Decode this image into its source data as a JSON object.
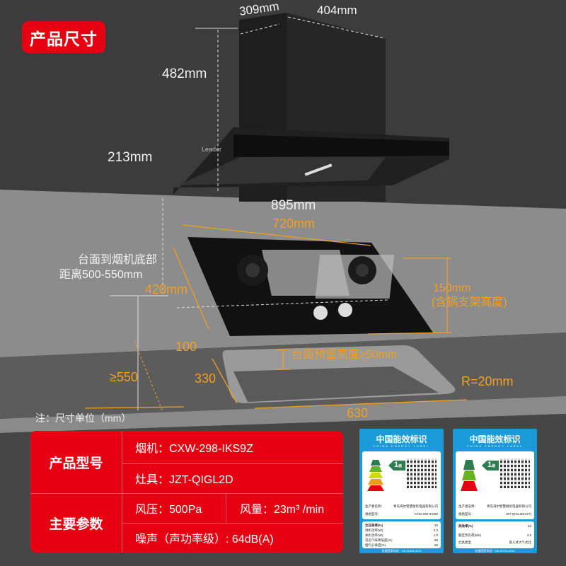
{
  "badge": "产品尺寸",
  "dimensions": {
    "hood_depth": "309mm",
    "hood_width_top": "404mm",
    "hood_chimney_height": "482mm",
    "hood_body_height": "213mm",
    "hood_width": "895mm",
    "counter_to_hood_line1": "台面到烟机底部",
    "counter_to_hood_line2": "距离500-550mm",
    "stove_width": "720mm",
    "stove_depth": "420mm",
    "stove_height_line1": "150mm",
    "stove_height_line2": "(含锅支架高度)",
    "cutout_edge": "100",
    "counter_depth": "≥550",
    "cutout_depth": "330",
    "reserved_height": "台面预留高度≥50mm",
    "corner_radius": "R=20mm",
    "cutout_width": "630"
  },
  "brand": "Leader",
  "unit_note": "注：尺寸单位（mm）",
  "spec": {
    "model_label": "产品型号",
    "hood_model": "烟机：CXW-298-IKS9Z",
    "stove_model": "灶具：JZT-QIGL2D",
    "params_label": "主要参数",
    "pressure": "风压：500Pa",
    "airflow": "风量：23m³ /min",
    "noise": "噪声（声功率级）: 64dB(A)"
  },
  "energy_labels": [
    {
      "title": "中国能效标识",
      "subtitle": "CHINA ENERGY LABEL",
      "grade": "1",
      "grade_unit": "级",
      "maker_label": "生产者名称：",
      "maker": "青岛海尔智慧厨房电器有限公司",
      "model_label": "规格型号：",
      "model": "CXW-298-IKS9Z",
      "rows": [
        [
          "全压效率(%)",
          "25"
        ],
        [
          "待机功率(W)",
          "2.0"
        ],
        [
          "关机功率(W)",
          "1.0"
        ],
        [
          "常态气味降低度(%)",
          "98"
        ],
        [
          "烟气分离度(%)",
          "90"
        ]
      ],
      "standard": "依据国家标准：GB 29539-2013"
    },
    {
      "title": "中国能效标识",
      "subtitle": "CHINA ENERGY LABEL",
      "grade": "1",
      "grade_unit": "级",
      "maker_label": "生产者名称：",
      "maker": "青岛海尔智慧厨房电器有限公司",
      "model_label": "规格型号：",
      "model": "JZT-QIGL2D(12T)",
      "rows": [
        [
          "热效率(%)",
          "63"
        ],
        [
          "额定热负荷(kW)",
          "4.5"
        ],
        [
          "灶具类型",
          "嵌入式大气式灶"
        ]
      ],
      "standard": "依据国家标准：GB 30720-2014"
    }
  ],
  "colors": {
    "accent": "#e60012",
    "dimension": "#f0a020",
    "label_blue": "#1a9ad6"
  }
}
